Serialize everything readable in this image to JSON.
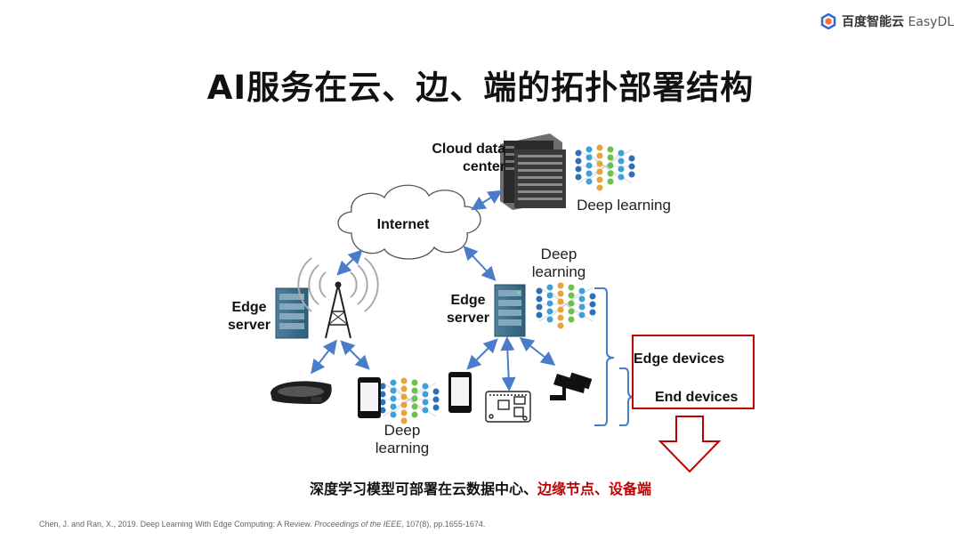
{
  "logo": {
    "cn": "百度智能云",
    "en": "EasyDL",
    "color": "#2e6bd6"
  },
  "title": "AI服务在云、边、端的拓扑部署结构",
  "diagram": {
    "cloud_data_center": [
      "Cloud data",
      "center"
    ],
    "internet": "Internet",
    "deep_learning_cloud": "Deep learning",
    "edge_server_left": [
      "Edge",
      "server"
    ],
    "edge_server_right": [
      "Edge",
      "server"
    ],
    "deep_learning_edge": [
      "Deep",
      "learning"
    ],
    "deep_learning_device": [
      "Deep",
      "learning"
    ],
    "edge_devices": "Edge devices",
    "end_devices": "End devices"
  },
  "caption": {
    "normal": "深度学习模型可部署在云数据中心、",
    "highlight": "边缘节点、设备端"
  },
  "citation": {
    "prefix": "Chen, J. and Ran, X., 2019. Deep Learning With Edge Computing: A Review. ",
    "journal": "Proceedings of the IEEE",
    "volume": ", 107",
    "suffix": "(8), pp.1655-1674."
  },
  "colors": {
    "arrow": "#4a7cc9",
    "highlight": "#c00000",
    "server": "#3d6f8c"
  }
}
